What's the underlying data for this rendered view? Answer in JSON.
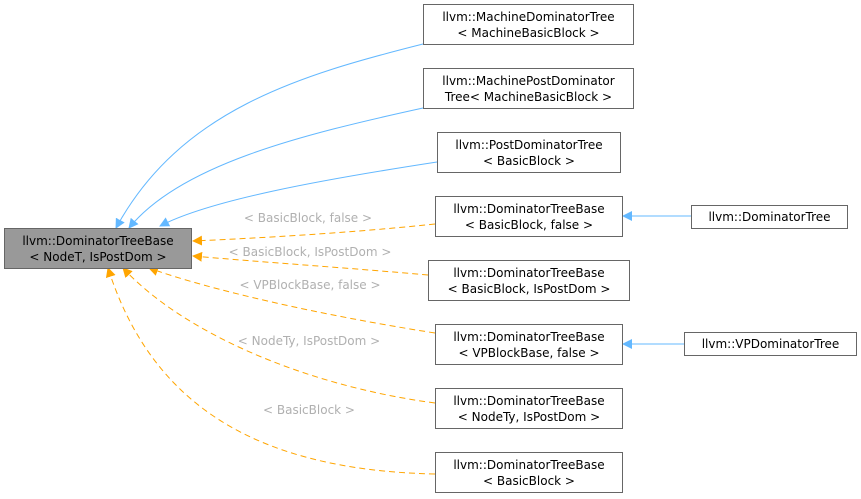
{
  "nodes": {
    "root": {
      "line1": "llvm::DominatorTreeBase",
      "line2": "< NodeT, IsPostDom >"
    },
    "machine_dom": {
      "line1": "llvm::MachineDominatorTree",
      "line2": "< MachineBasicBlock >"
    },
    "machine_post_dom": {
      "line1": "llvm::MachinePostDominator",
      "line2": "Tree< MachineBasicBlock >"
    },
    "post_dom": {
      "line1": "llvm::PostDominatorTree",
      "line2": "< BasicBlock >"
    },
    "dtb_bb_false": {
      "line1": "llvm::DominatorTreeBase",
      "line2": "< BasicBlock, false >"
    },
    "dtb_bb_ispostdom": {
      "line1": "llvm::DominatorTreeBase",
      "line2": "< BasicBlock, IsPostDom >"
    },
    "dtb_vp_false": {
      "line1": "llvm::DominatorTreeBase",
      "line2": "< VPBlockBase, false >"
    },
    "dtb_nodety": {
      "line1": "llvm::DominatorTreeBase",
      "line2": "< NodeTy, IsPostDom >"
    },
    "dtb_bb": {
      "line1": "llvm::DominatorTreeBase",
      "line2": "< BasicBlock >"
    },
    "dom_tree": {
      "line1": "llvm::DominatorTree"
    },
    "vp_dom_tree": {
      "line1": "llvm::VPDominatorTree"
    }
  },
  "edge_labels": {
    "bb_false": "< BasicBlock, false >",
    "bb_ispostdom": "< BasicBlock, IsPostDom >",
    "vp_false": "< VPBlockBase, false >",
    "nodety": "< NodeTy, IsPostDom >",
    "bb": "< BasicBlock >"
  },
  "colors": {
    "inheritance_edge": "#63b8ff",
    "template_edge": "#ffa500",
    "root_fill": "#999999",
    "edge_label": "#b0b0b0"
  }
}
